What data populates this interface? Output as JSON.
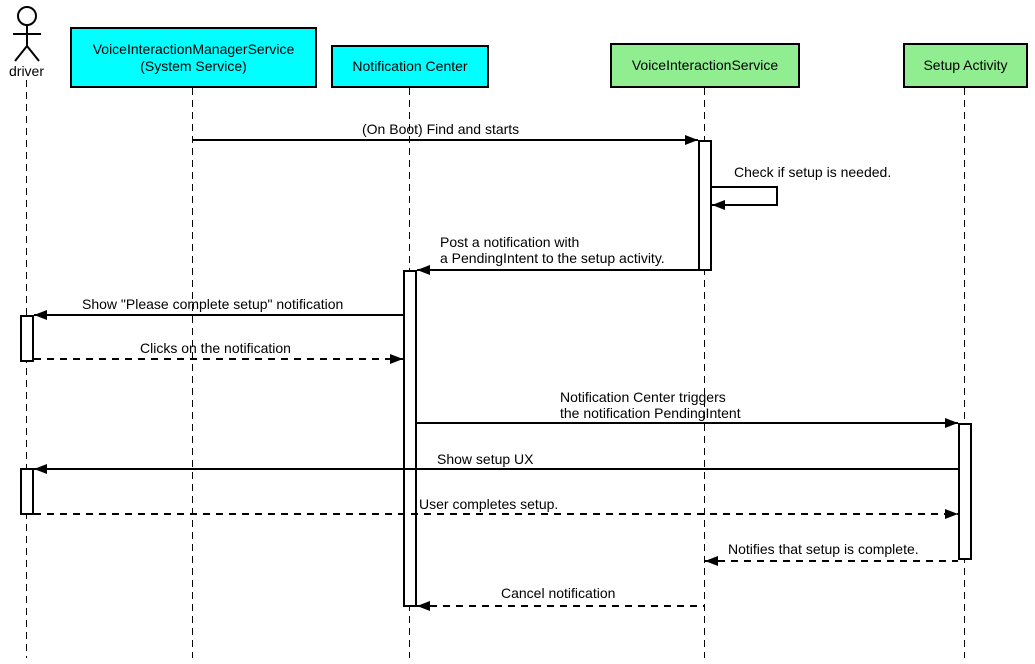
{
  "colors": {
    "participant_cyan": "#00ffff",
    "participant_green": "#90ee90",
    "line_color": "#000000",
    "background": "#ffffff"
  },
  "actor": {
    "label": "driver"
  },
  "participants": [
    {
      "id": "voice-interaction-manager-service",
      "line1": "VoiceInteractionManagerService",
      "line2": "(System Service)",
      "color": "#00ffff"
    },
    {
      "id": "notification-center",
      "label": "Notification Center",
      "color": "#00ffff"
    },
    {
      "id": "voice-interaction-service",
      "label": "VoiceInteractionService",
      "color": "#90ee90"
    },
    {
      "id": "setup-activity",
      "label": "Setup Activity",
      "color": "#90ee90"
    }
  ],
  "messages": [
    {
      "from": "voice-interaction-manager-service",
      "to": "voice-interaction-service",
      "style": "solid",
      "label": "(On Boot) Find and starts"
    },
    {
      "from": "voice-interaction-service",
      "to": "voice-interaction-service",
      "style": "solid-self",
      "label": "Check if setup is needed."
    },
    {
      "from": "voice-interaction-service",
      "to": "notification-center",
      "style": "solid",
      "line1": "Post a notification with",
      "line2": "a PendingIntent to the setup activity."
    },
    {
      "from": "notification-center",
      "to": "driver",
      "style": "solid",
      "label": "Show \"Please complete setup\" notification"
    },
    {
      "from": "driver",
      "to": "notification-center",
      "style": "dashed",
      "label": "Clicks on the notification"
    },
    {
      "from": "notification-center",
      "to": "setup-activity",
      "style": "solid",
      "line1": "Notification Center triggers",
      "line2": "the notification PendingIntent"
    },
    {
      "from": "setup-activity",
      "to": "driver",
      "style": "solid",
      "label": "Show setup UX"
    },
    {
      "from": "driver",
      "to": "setup-activity",
      "style": "dashed",
      "label": "User completes setup."
    },
    {
      "from": "setup-activity",
      "to": "voice-interaction-service",
      "style": "dashed",
      "label": "Notifies that setup is complete."
    },
    {
      "from": "voice-interaction-service",
      "to": "notification-center",
      "style": "dashed",
      "label": "Cancel notification"
    }
  ]
}
